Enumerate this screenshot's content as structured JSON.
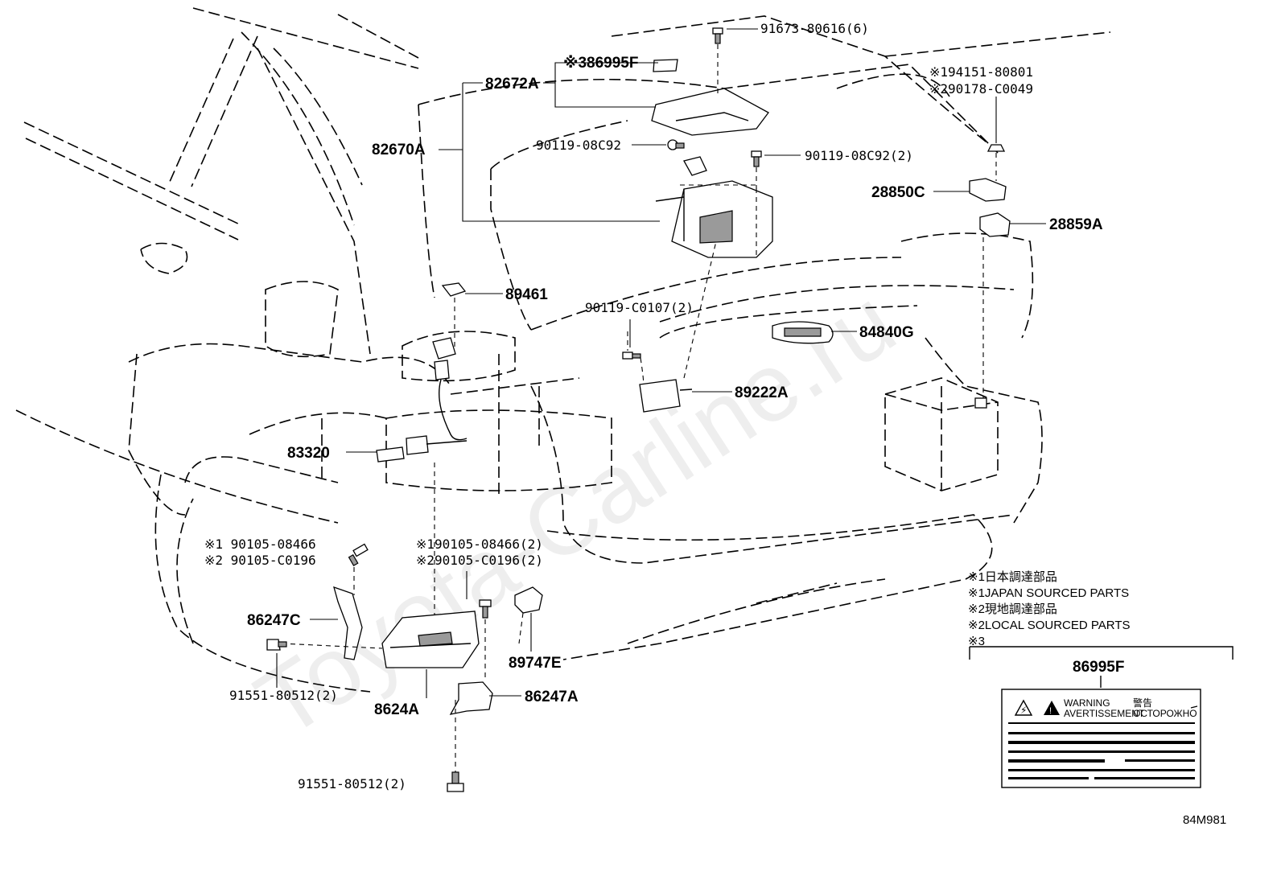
{
  "watermark": "Toyota-Carline.ru",
  "diagram_code": "84M981",
  "parts": {
    "p91673": "91673-80616(6)",
    "p86995F_top": "※386995F",
    "p82672A": "82672A",
    "p82670A": "82670A",
    "p90119a": "90119-08C92",
    "p90119b": "90119-08C92(2)",
    "p94151": "※194151-80801",
    "p90178": "※290178-C0049",
    "p28850C": "28850C",
    "p28859A": "28859A",
    "p89461": "89461",
    "p90119c": "90119-C0107(2)",
    "p84840G": "84840G",
    "p89222A": "89222A",
    "p83320": "83320",
    "p90105a1": "※1 90105-08466",
    "p90105a2": "※2 90105-C0196",
    "p90105b1": "※190105-08466(2)",
    "p90105b2": "※290105-C0196(2)",
    "p86247C": "86247C",
    "p91551a": "91551-80512(2)",
    "p8624A": "8624A",
    "p89747E": "89747E",
    "p86247A": "86247A",
    "p91551b": "91551-80512(2)"
  },
  "legend": {
    "line1": "※1日本調達部品",
    "line2": "※1JAPAN SOURCED PARTS",
    "line3": "※2現地調達部品",
    "line4": "※2LOCAL SOURCED PARTS",
    "line5": "※3"
  },
  "label_box": {
    "title": "86995F",
    "warning": "WARNING",
    "avertissement": "AVERTISSEMENT",
    "kanji": "警告",
    "russian": "ОСТОРОЖНО"
  }
}
